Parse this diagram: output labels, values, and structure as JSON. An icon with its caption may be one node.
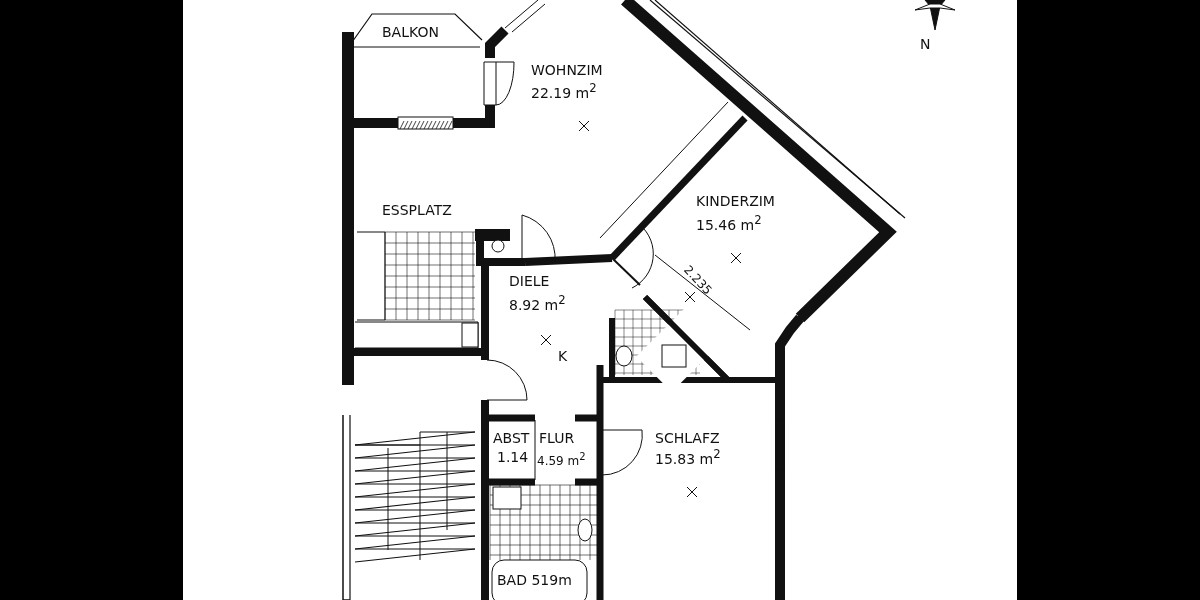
{
  "diagram": {
    "labels": [
      "BALKON",
      "WOHNZIM",
      "22.19 m$^{2}$",
      "ESSPLATZ",
      "KINDERZIM",
      "15.46 m$^{2}$",
      "DIELE",
      "8.92 m$^{2}$",
      "2.235",
      "K",
      "ABST",
      "1.14",
      "FLUR",
      "4.59 m$^{2}$",
      "SCHLAFZ",
      "15.83 m$^{2}$",
      "BAD 519m",
      "N"
    ]
  }
}
